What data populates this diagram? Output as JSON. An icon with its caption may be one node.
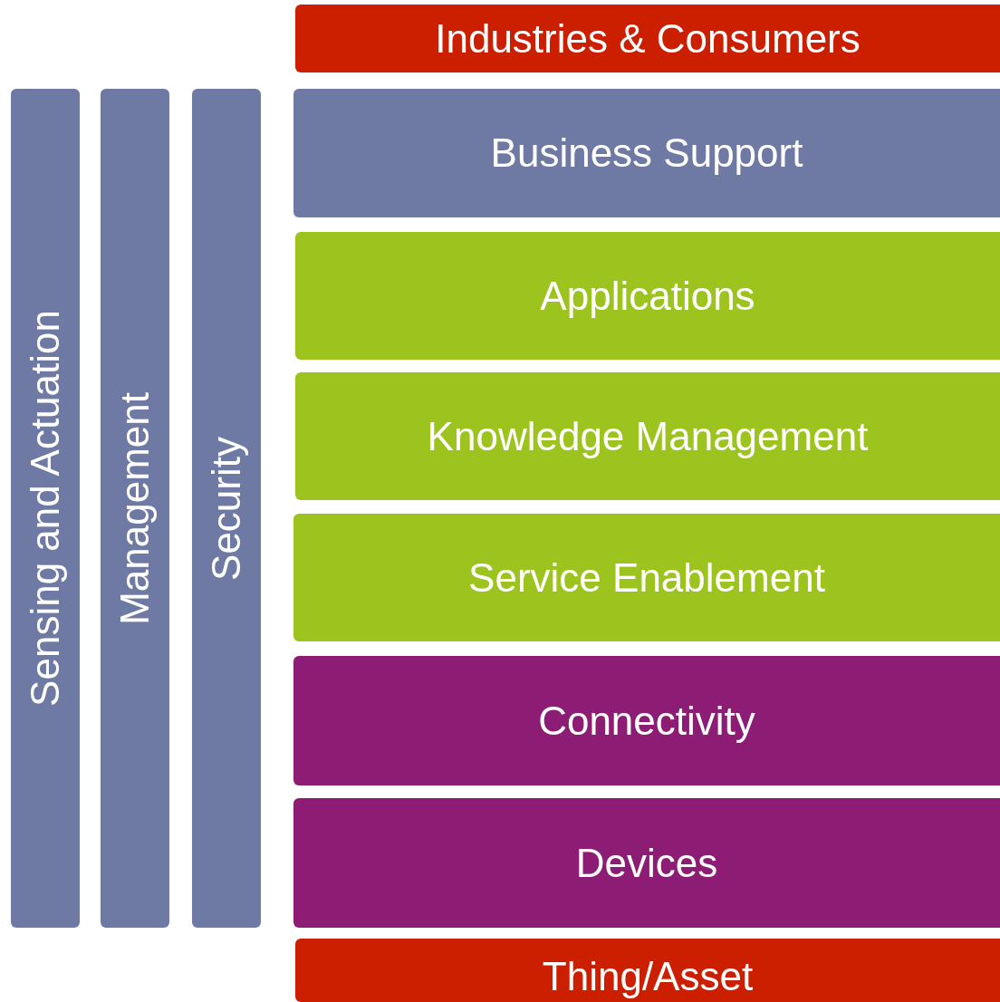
{
  "diagram": {
    "nodes": [
      {
        "text": [
          "Industries & Consumers"
        ]
      },
      {
        "text": [
          "Sensing and Actuation"
        ]
      },
      {
        "text": [
          "Management"
        ]
      },
      {
        "text": [
          "Security"
        ]
      },
      {
        "text": [
          "Business Support"
        ]
      },
      {
        "text": [
          "Applications"
        ]
      },
      {
        "text": [
          "Knowledge Management"
        ]
      },
      {
        "text": [
          "Service Enablement"
        ]
      },
      {
        "text": [
          "Connectivity"
        ]
      },
      {
        "text": [
          "Devices"
        ]
      },
      {
        "text": [
          "Thing/Asset"
        ]
      }
    ]
  }
}
